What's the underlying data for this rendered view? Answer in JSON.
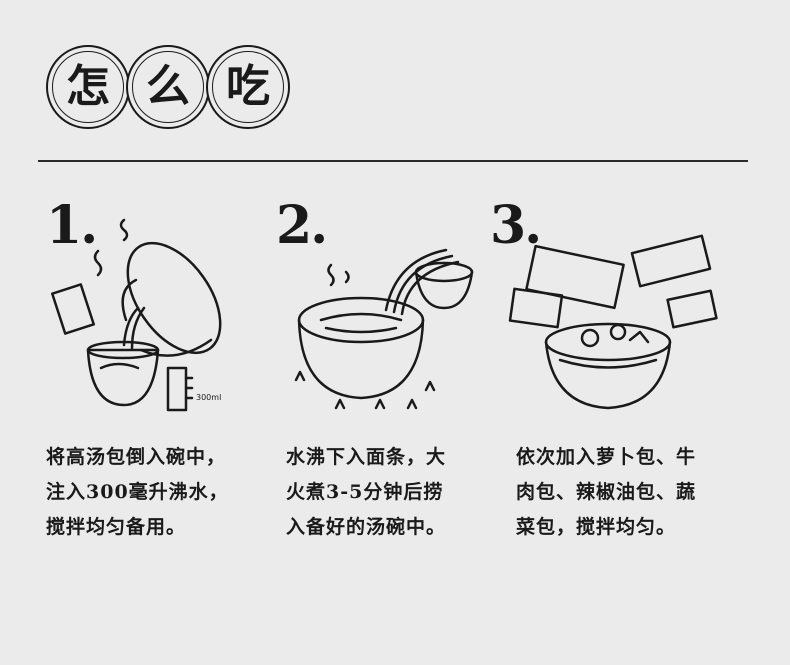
{
  "header": {
    "title_chars": [
      "怎",
      "么",
      "吃"
    ]
  },
  "steps": [
    {
      "number": "1.",
      "lines": [
        "将高汤包倒入碗中，",
        "注入300毫升沸水，",
        "搅拌均匀备用。"
      ],
      "illustration": {
        "cup_label": "300ml"
      }
    },
    {
      "number": "2.",
      "lines": [
        "水沸下入面条，大",
        "火煮3-5分钟后捞",
        "入备好的汤碗中。"
      ]
    },
    {
      "number": "3.",
      "lines": [
        "依次加入萝卜包、牛",
        "肉包、辣椒油包、蔬",
        "菜包，搅拌均匀。"
      ]
    }
  ]
}
